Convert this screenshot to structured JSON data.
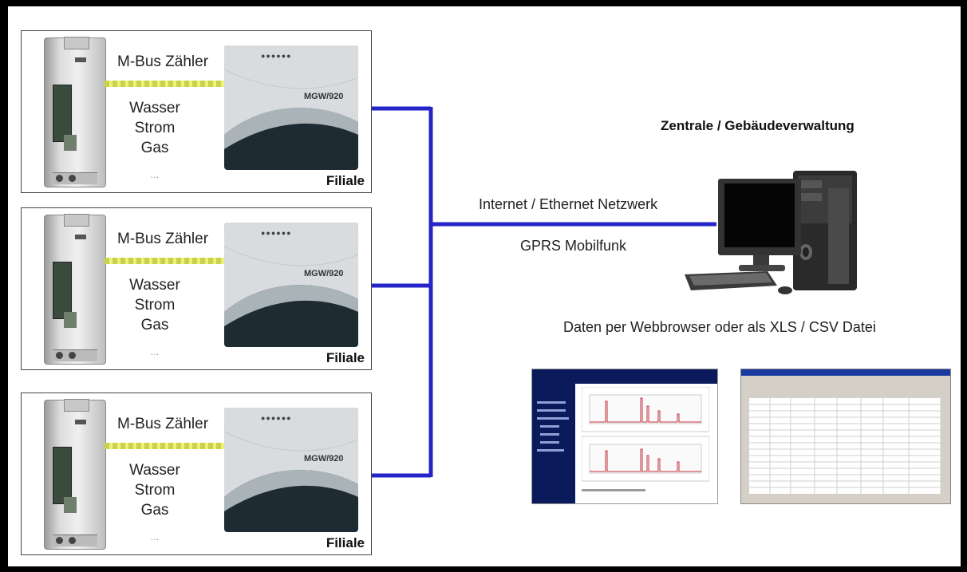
{
  "branches": [
    {
      "bus_label": "M-Bus Zähler",
      "media": [
        "Wasser",
        "Strom",
        "Gas"
      ],
      "more": "...",
      "gateway_label": "MGW/920",
      "site_label": "Filiale"
    },
    {
      "bus_label": "M-Bus Zähler",
      "media": [
        "Wasser",
        "Strom",
        "Gas"
      ],
      "more": "...",
      "gateway_label": "MGW/920",
      "site_label": "Filiale"
    },
    {
      "bus_label": "M-Bus Zähler",
      "media": [
        "Wasser",
        "Strom",
        "Gas"
      ],
      "more": "...",
      "gateway_label": "MGW/920",
      "site_label": "Filiale"
    }
  ],
  "central_title": "Zentrale / Gebäudeverwaltung",
  "network_label": "Internet / Ethernet Netzwerk",
  "gprs_label": "GPRS Mobilfunk",
  "data_label": "Daten per Webbrowser oder als XLS / CSV Datei",
  "colors": {
    "network_line": "#2424c8",
    "cable": "#d6dd52",
    "gateway": "#1e2b33",
    "chart_spike": "#c0303a",
    "browser_sidebar": "#0a1a5a"
  }
}
